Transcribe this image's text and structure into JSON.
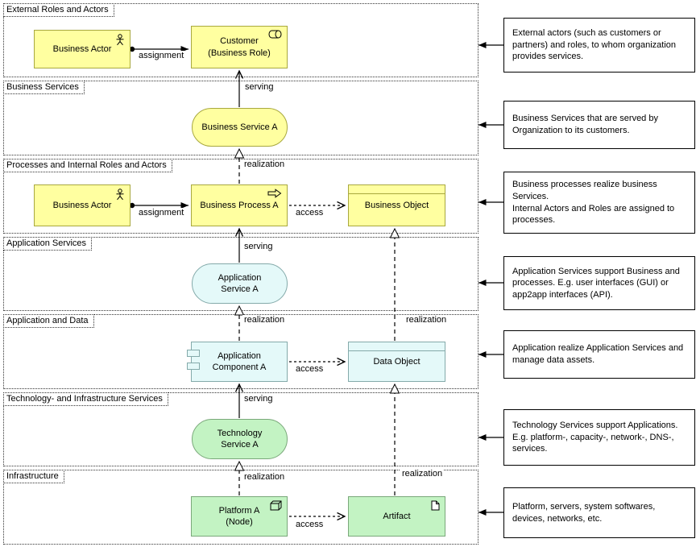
{
  "lanes": [
    {
      "label": "External Roles and Actors"
    },
    {
      "label": "Business Services"
    },
    {
      "label": "Processes and Internal Roles and Actors"
    },
    {
      "label": "Application Services"
    },
    {
      "label": "Application and Data"
    },
    {
      "label": "Technology- and Infrastructure Services"
    },
    {
      "label": "Infrastructure"
    }
  ],
  "nodes": {
    "business_actor_1": {
      "label": "Business Actor"
    },
    "customer": {
      "label": "Customer\n(Business Role)"
    },
    "business_service_a": {
      "label": "Business Service A"
    },
    "business_actor_2": {
      "label": "Business Actor"
    },
    "business_process_a": {
      "label": "Business Process A"
    },
    "business_object": {
      "label": "Business Object"
    },
    "application_service_a": {
      "label": "Application\nService A"
    },
    "application_component_a": {
      "label": "Application\nComponent A"
    },
    "data_object": {
      "label": "Data Object"
    },
    "technology_service_a": {
      "label": "Technology\nService A"
    },
    "platform_a": {
      "label": "Platform A\n(Node)"
    },
    "artifact": {
      "label": "Artifact"
    }
  },
  "relations": {
    "assignment_1": "assignment",
    "serving_1": "serving",
    "realization_1": "realization",
    "assignment_2": "assignment",
    "access_1": "access",
    "serving_2": "serving",
    "realization_2": "realization",
    "realization_3": "realization",
    "access_2": "access",
    "serving_3": "serving",
    "realization_4": "realization",
    "realization_5": "realization",
    "access_3": "access"
  },
  "callouts": [
    {
      "text": "External actors (such as customers or partners) and roles, to whom organization provides services."
    },
    {
      "text": "Business Services that are served by Organization to its customers."
    },
    {
      "text": "Business processes realize business Services.\nInternal Actors and Roles are assigned to processes."
    },
    {
      "text": "Application Services support Business and processes. E.g. user interfaces (GUI) or app2app interfaces (API)."
    },
    {
      "text": "Application realize Application Services and manage data assets."
    },
    {
      "text": "Technology Services support Applications. E.g. platform-, capacity-, network-, DNS-, services."
    },
    {
      "text": "Platform, servers, system softwares, devices, networks, etc."
    }
  ],
  "colors": {
    "business_fill": "#ffffa0",
    "business_border": "#a8a83e",
    "application_fill": "#e4f9f9",
    "application_border": "#84aaaa",
    "technology_fill": "#c3f3c3",
    "technology_border": "#7aa87a",
    "line": "#000000"
  }
}
